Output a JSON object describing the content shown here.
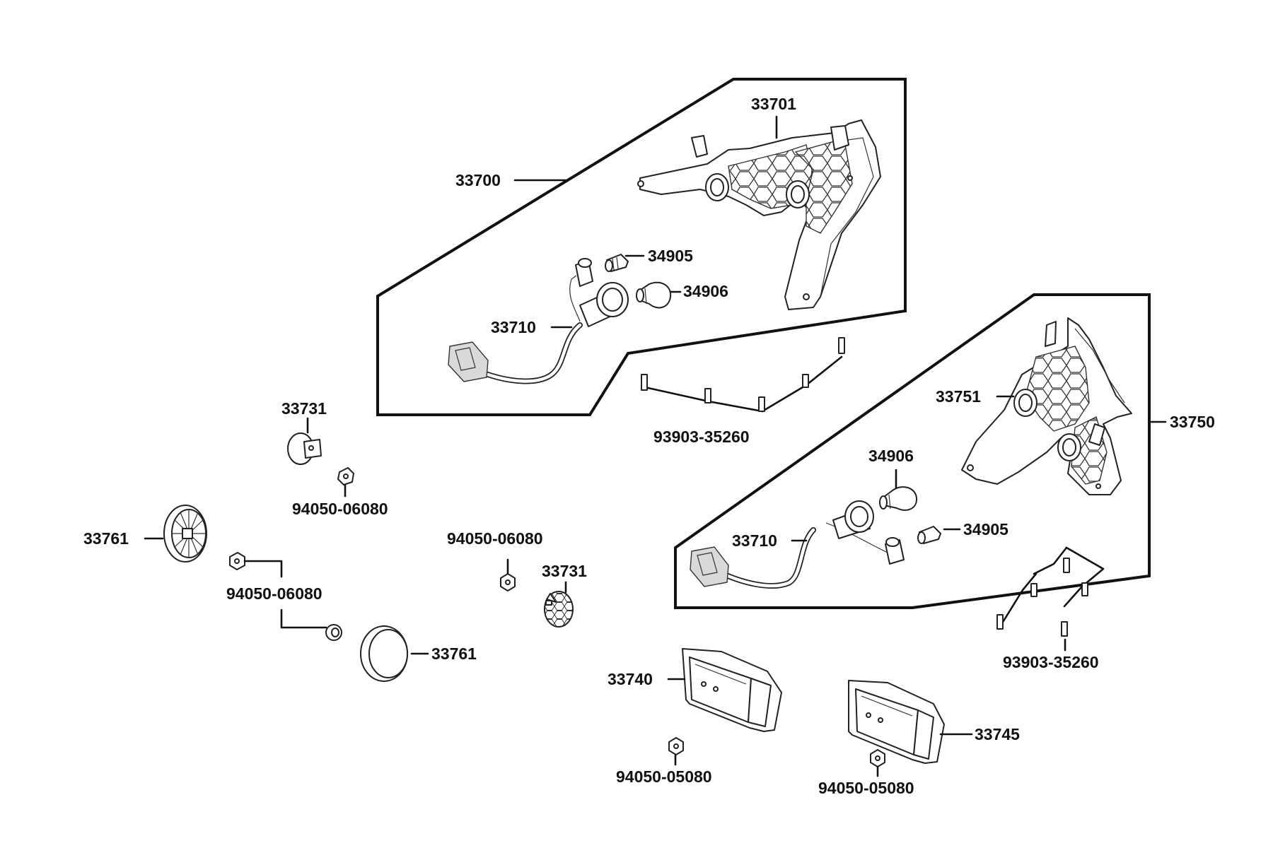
{
  "labels": {
    "p33700": "33700",
    "p33701": "33701",
    "p34905a": "34905",
    "p34906a": "34906",
    "p33710a": "33710",
    "p93903a": "93903-35260",
    "p33731a": "33731",
    "p94050_06080a": "94050-06080",
    "p33761a": "33761",
    "p94050_06080b": "94050-06080",
    "p94050_06080c": "94050-06080",
    "p33731b": "33731",
    "p33761b": "33761",
    "p33751": "33751",
    "p33750": "33750",
    "p34906b": "34906",
    "p33710b": "33710",
    "p34905b": "34905",
    "p93903b": "93903-35260",
    "p33740": "33740",
    "p94050_05080a": "94050-05080",
    "p33745": "33745",
    "p94050_05080b": "94050-05080"
  }
}
